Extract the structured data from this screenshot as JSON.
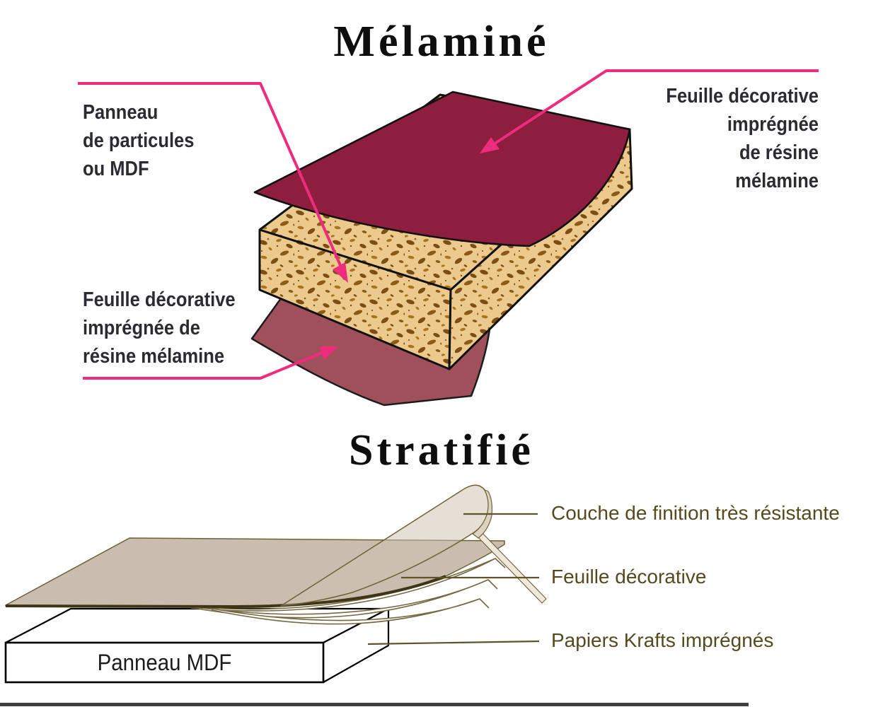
{
  "melamine": {
    "title": "Mélaminé",
    "label_panel": "Panneau\nde particules\nou MDF",
    "label_sheet_right": "Feuille décorative\nimprégnée\nde résine\nmélamine",
    "label_sheet_left": "Feuille décorative\nimprégnée de\nrésine mélamine"
  },
  "stratifie": {
    "title": "Stratifié",
    "label_finish": "Couche de finition très résistante",
    "label_decor": "Feuille décorative",
    "label_kraft": "Papiers Krafts imprégnés",
    "label_mdf": "Panneau MDF"
  },
  "colors": {
    "leader_pink": "#ee2c7e",
    "sheet_maroon_top": "#8e1e3d",
    "sheet_rose_bottom": "#a0505a",
    "board_tan": "#ecca8e",
    "board_speckle_dark": "#7d4e13",
    "board_speckle_mid": "#a8741f",
    "taupe_sheet": "#c9bdb0",
    "olive_line": "#6f6136",
    "olive_text": "#554a1e",
    "melamine_text": "#2b2b31",
    "title_text": "#0e0e0e"
  }
}
